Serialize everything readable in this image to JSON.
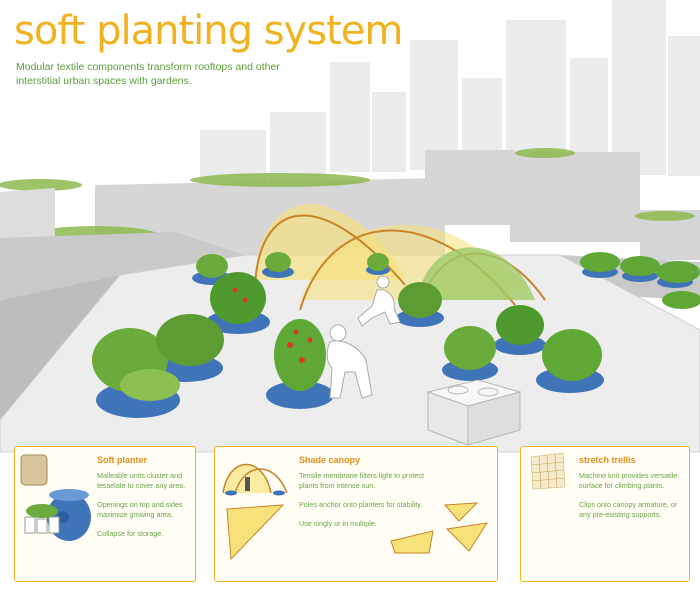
{
  "title": "soft planting system",
  "subtitle": "Modular textile components transform rooftops and other interstitial urban spaces with gardens.",
  "panels": [
    {
      "title": "Soft planter",
      "lines": [
        "Malleable units cluster and tesselate to cover any area.",
        "Openings on top and sides maximize growing area.",
        "Collapse for storage."
      ]
    },
    {
      "title": "Shade canopy",
      "lines": [
        "Tensile membrane filters light to protect plants from intense sun.",
        "Poles anchor onto planters for stability.",
        "Use singly or in multiple."
      ]
    },
    {
      "title": "stretch trellis",
      "lines": [
        "Machine knit provides versatile surface for climbing plants.",
        "Clips onto canopy armature, or any pre-existing supports."
      ]
    }
  ],
  "colors": {
    "accent": "#f2b21e",
    "title_accent": "#e1901c",
    "text_green": "#5c9e3a",
    "planter_blue": "#3f74b8",
    "canopy_fill": "#f7e27a",
    "plant_green": "#4f9a2e",
    "building_gray": "#cfcfcf",
    "roof_gray": "#ececec"
  }
}
